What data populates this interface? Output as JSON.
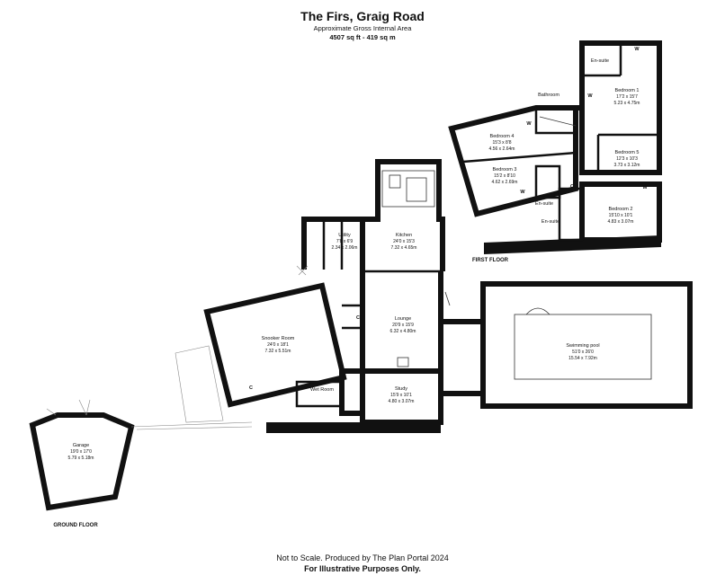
{
  "header": {
    "title": "The Firs, Graig Road",
    "subtitle": "Approximate Gross Internal Area",
    "area": "4507 sq ft - 419 sq m"
  },
  "floors": {
    "ground": "GROUND FLOOR",
    "first": "FIRST FLOOR"
  },
  "rooms": {
    "garage": {
      "name": "Garage",
      "imperial": "19'0 x 17'0",
      "metric": "5.79 x 5.18m"
    },
    "snooker": {
      "name": "Snooker Room",
      "imperial": "24'0 x 18'1",
      "metric": "7.32 x 5.51m"
    },
    "wetroom": {
      "name": "Wet Room"
    },
    "utility": {
      "name": "Utility",
      "imperial": "7'8 x 6'9",
      "metric": "2.34 x 2.06m"
    },
    "kitchen": {
      "name": "Kitchen",
      "imperial": "24'0 x 15'3",
      "metric": "7.32 x 4.65m"
    },
    "lounge": {
      "name": "Lounge",
      "imperial": "20'9 x 15'9",
      "metric": "6.32 x 4.80m"
    },
    "study": {
      "name": "Study",
      "imperial": "15'9 x 10'1",
      "metric": "4.80 x 3.07m"
    },
    "pool": {
      "name": "Swimming pool",
      "imperial": "51'0 x 26'0",
      "metric": "15.54 x 7.92m"
    },
    "bed1": {
      "name": "Bedroom 1",
      "imperial": "17'2 x 15'7",
      "metric": "5.23 x 4.75m"
    },
    "bed2": {
      "name": "Bedroom 2",
      "imperial": "15'10 x 10'1",
      "metric": "4.83 x 3.07m"
    },
    "bed3": {
      "name": "Bedroom 3",
      "imperial": "15'2 x 8'10",
      "metric": "4.62 x 2.69m"
    },
    "bed4": {
      "name": "Bedroom 4",
      "imperial": "15'3 x 8'8",
      "metric": "4.56 x 2.64m"
    },
    "bed5": {
      "name": "Bedroom 5",
      "imperial": "12'3 x 10'3",
      "metric": "3.73 x 3.12m"
    },
    "bathroom": {
      "name": "Bathroom"
    },
    "ensuite1": {
      "name": "En-suite"
    },
    "ensuite2": {
      "name": "En-suite"
    },
    "ensuite3": {
      "name": "En-suite"
    }
  },
  "symbols": {
    "cupboard": "C",
    "wardrobe": "W"
  },
  "footer": {
    "line1": "Not to Scale. Produced by The Plan Portal 2024",
    "line2": "For Illustrative Purposes Only."
  }
}
